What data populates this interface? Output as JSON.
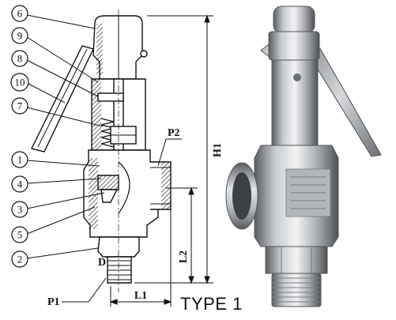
{
  "callouts": [
    {
      "number": "6"
    },
    {
      "number": "9"
    },
    {
      "number": "8"
    },
    {
      "number": "10"
    },
    {
      "number": "7"
    },
    {
      "number": "1"
    },
    {
      "number": "4"
    },
    {
      "number": "3"
    },
    {
      "number": "5"
    },
    {
      "number": "2"
    }
  ],
  "dimensions": {
    "h1": "H1",
    "l1": "L1",
    "l2": "L2",
    "p1": "P1",
    "p2": "P2",
    "d": "D"
  },
  "caption": "TYPE 1"
}
